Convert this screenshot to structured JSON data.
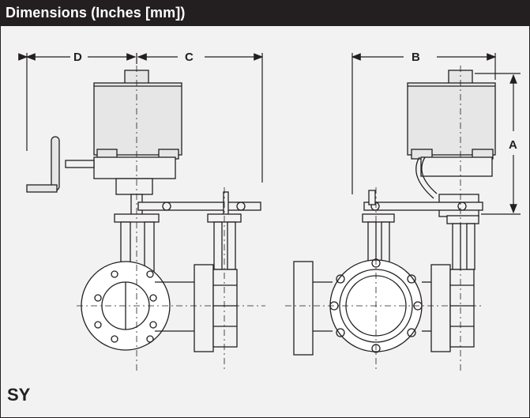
{
  "header": {
    "title": "Dimensions (Inches [mm])"
  },
  "dimensions": {
    "a": "A",
    "b": "B",
    "c": "C",
    "d": "D"
  },
  "model": "SY",
  "colors": {
    "header_bg": "#231f20",
    "header_text": "#ffffff",
    "panel_bg": "#f2f2f2",
    "line": "#231f20",
    "actuator": "#e6e6e6"
  }
}
